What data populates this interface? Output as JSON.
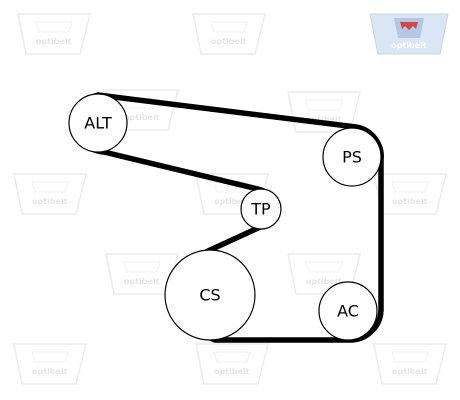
{
  "brand": {
    "name": "optibelt",
    "logo_bg_color": "#dbe6f4",
    "logo_accent_color": "#d04848",
    "watermark_color": "#ececec"
  },
  "belt": {
    "color": "#000000"
  },
  "pulleys": [
    {
      "key": "alt",
      "label": "ALT"
    },
    {
      "key": "ps",
      "label": "PS"
    },
    {
      "key": "tp",
      "label": "TP"
    },
    {
      "key": "cs",
      "label": "CS"
    },
    {
      "key": "ac",
      "label": "AC"
    }
  ]
}
